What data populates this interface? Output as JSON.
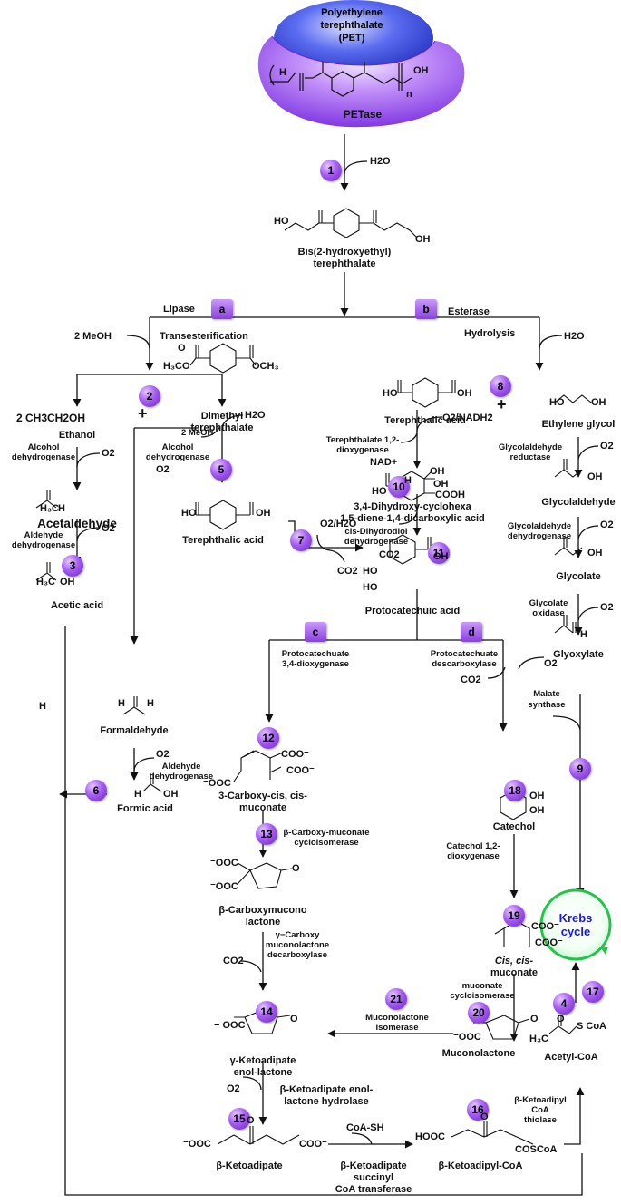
{
  "top": {
    "polymer_name": "Polyethylene terephthalate (PET)",
    "polymer_line1": "Polyethylene",
    "polymer_line2": "terephthalate",
    "polymer_line3": "(PET)",
    "enzyme": "PETase",
    "repeat_n": "n",
    "end_h": "H",
    "end_oh": "OH"
  },
  "steps": {
    "s1": "1",
    "s2": "2",
    "s3": "3",
    "s4": "4",
    "s5": "5",
    "s6": "6",
    "s7": "7",
    "s8": "8",
    "s9": "9",
    "s10": "10",
    "s11": "11",
    "s12": "12",
    "s13": "13",
    "s14": "14",
    "s15": "15",
    "s16": "16",
    "s17": "17",
    "s18": "18",
    "s19": "19",
    "s20": "20",
    "s21": "21",
    "a": "a",
    "b": "b",
    "c": "c",
    "d": "d"
  },
  "reagents": {
    "h2o": "H2O",
    "two_meoh": "2 MeOH",
    "o2": "O2",
    "o2_nadh2": "O2/NADH2",
    "nad": "NAD+",
    "co2": "CO2",
    "o2_h2o": "O2/H2O",
    "coa_sh": "CoA-SH",
    "plus": "+"
  },
  "compounds": {
    "bhet_1": "Bis(2-hydroxyethyl)",
    "bhet_2": "terephthalate",
    "ethanol_formula": "2  CH3CH2OH",
    "ethanol": "Ethanol",
    "acetaldehyde": "Acetaldehyde",
    "acetic_acid": "Acetic acid",
    "dmt_1": "Dimethyl",
    "dmt_2": "terephthalate",
    "tpa_left": "Terephthalic acid",
    "tpa_right": "Terephthalic acid",
    "formaldehyde": "Formaldehyde",
    "formic_acid": "Formic acid",
    "dhcd_1": "3,4-Dihydroxy-cyclohexa",
    "dhcd_2": "1,5-diene-1,4-dicarboxylic acid",
    "protocatechuic": "Protocatechuic acid",
    "ethylene_glycol": "Ethylene glycol",
    "glycolaldehyde": "Glycolaldehyde",
    "glycolate": "Glycolate",
    "glyoxylate": "Glyoxylate",
    "ccm_1": "3-Carboxy-cis, cis-",
    "ccm_2": "muconate",
    "bcml_1": "β-Carboxymucono",
    "bcml_2": "lactone",
    "gkel_1": "γ-Ketoadipate",
    "gkel_2": "enol-lactone",
    "bka": "β-Ketoadipate",
    "bkacoa": "β-Ketoadipyl-CoA",
    "catechol": "Catechol",
    "ccmuc_1": "Cis, cis-",
    "ccmuc_2": "muconate",
    "muconolactone": "Muconolactone",
    "acetyl_coa": "Acetyl-CoA",
    "krebs_1": "Krebs",
    "krebs_2": "cycle"
  },
  "enzymes": {
    "lipase": "Lipase",
    "esterase": "Esterase",
    "transesterification": "Transesterification",
    "hydrolysis": "Hydrolysis",
    "adh_1": "Alcohol",
    "adh_2": "dehydrogenase",
    "aldh_1": "Aldehyde",
    "aldh_2": "dehydrogenase",
    "adh2_1": "Alcohol",
    "adh2_2": "dehydrogenase",
    "fald_1": "Aldehyde",
    "fald_2": "dehydrogenase",
    "tpadox_1": "Terephthalate 1,2-",
    "tpadox_2": "dioxygenase",
    "cdd_1": "cis-Dihydrodiol",
    "cdd_2": "dehydrogenase",
    "glr_1": "Glycolaldehyde",
    "glr_2": "reductase",
    "gld_1": "Glycolaldehyde",
    "gld_2": "dehydrogenase",
    "glo_1": "Glycolate",
    "glo_2": "oxidase",
    "ms_1": "Malate",
    "ms_2": "synthase",
    "p34_1": "Protocatechuate",
    "p34_2": "3,4-dioxygenase",
    "pdc_1": "Protocatechuate",
    "pdc_2": "descarboxylase",
    "bcmci_1": "β-Carboxy-muconate",
    "bcmci_2": "cycloisomerase",
    "gcmd_1": "γ−Carboxy",
    "gcmd_2": "muconolactone",
    "gcmd_3": "decarboxylase",
    "mli_1": "Muconolactone",
    "mli_2": "isomerase",
    "bkh_1": "β-Ketoadipate enol-",
    "bkh_2": "lactone hydrolase",
    "bkt_1": "β-Ketoadipate",
    "bkt_2": "succinyl",
    "bkt_3": "CoA transferase",
    "c12d_1": "Catechol 1,2-",
    "c12d_2": "dioxygenase",
    "mci_1": "muconate",
    "mci_2": "cycloisomerase",
    "bkth_1": "β-Ketoadipyl",
    "bkth_2": "CoA",
    "bkth_3": "thiolase"
  },
  "colors": {
    "badge": "#8a3fe0",
    "pet_blue": "#2d3fd6",
    "pet_purple": "#9b4ff0",
    "krebs_green": "#22c44a",
    "krebs_text": "#1a1ad8"
  }
}
